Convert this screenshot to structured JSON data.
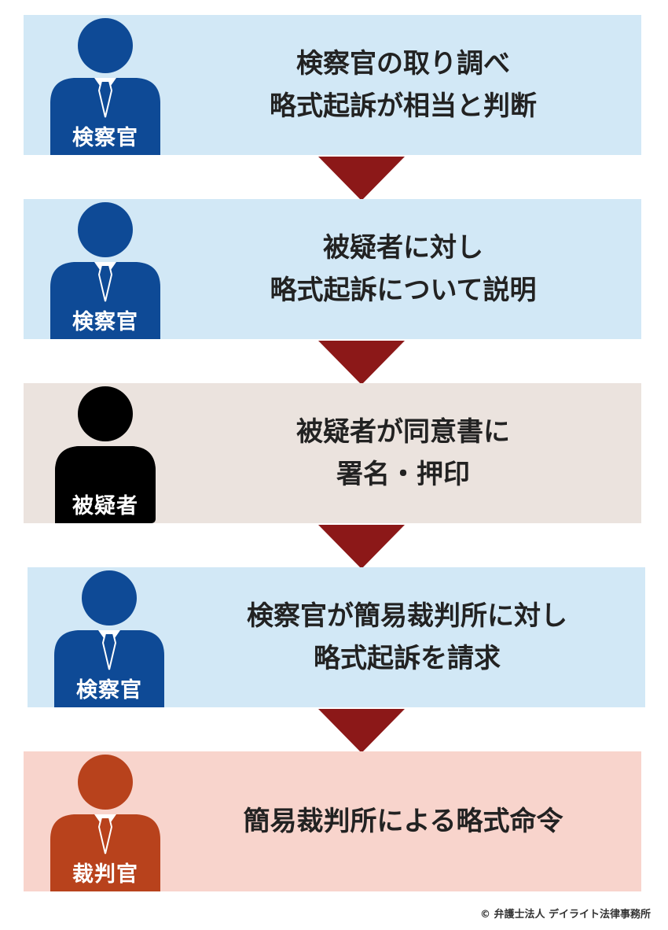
{
  "steps": [
    {
      "role": "検察官",
      "line1": "検察官の取り調べ",
      "line2": "略式起訴が相当と判断"
    },
    {
      "role": "検察官",
      "line1": "被疑者に対し",
      "line2": "略式起訴について説明"
    },
    {
      "role": "被疑者",
      "line1": "被疑者が同意書に",
      "line2": "署名・押印"
    },
    {
      "role": "検察官",
      "line1": "検察官が簡易裁判所に対し",
      "line2": "略式起訴を請求"
    },
    {
      "role": "裁判官",
      "line1": "簡易裁判所による略式命令",
      "line2": ""
    }
  ],
  "colors": {
    "prosecutor_figure": "#0e4a96",
    "suspect_figure": "#000000",
    "judge_figure": "#b8421c",
    "arrow": "#8c1818",
    "panel_blue": "#d2e8f6",
    "panel_beige": "#ebe3de",
    "panel_pink": "#f8d4cc"
  },
  "icons": {
    "prosecutor": "person-suit-icon",
    "suspect": "person-silhouette-icon",
    "judge": "person-suit-icon",
    "arrow": "triangle-down-arrow-icon"
  },
  "footer": {
    "copyright": "© 弁護士法人 デイライト法律事務所"
  }
}
